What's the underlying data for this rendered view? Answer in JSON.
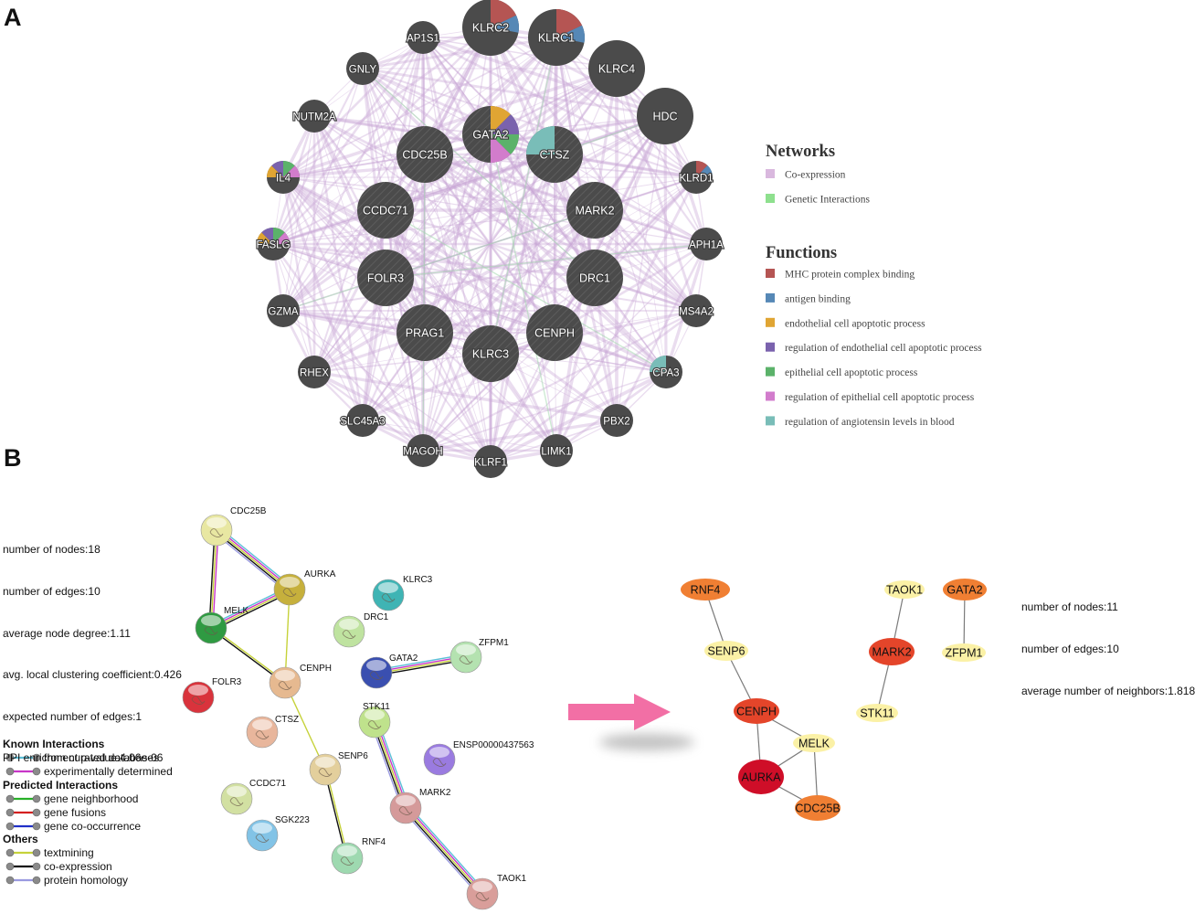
{
  "panel_a": {
    "letter": "A",
    "nodes": [
      {
        "label": "KLRC2",
        "big": true,
        "pie": [
          0.18,
          0.1
        ]
      },
      {
        "label": "KLRC1",
        "big": true,
        "pie": [
          0.18,
          0.1
        ]
      },
      {
        "label": "KLRC4",
        "big": true
      },
      {
        "label": "HDC",
        "big": true
      },
      {
        "label": "KLRD1",
        "big": false,
        "pie": [
          0.12,
          0.1
        ]
      },
      {
        "label": "APH1A",
        "big": false
      },
      {
        "label": "MS4A2",
        "big": false
      },
      {
        "label": "CPA3",
        "big": false,
        "pie7": 0.25
      },
      {
        "label": "PBX2",
        "big": false
      },
      {
        "label": "LIMK1",
        "big": false
      },
      {
        "label": "KLRF1",
        "big": false
      },
      {
        "label": "MAGOH",
        "big": false
      },
      {
        "label": "SLC45A3",
        "big": false
      },
      {
        "label": "RHEX",
        "big": false
      },
      {
        "label": "GZMA",
        "big": false
      },
      {
        "label": "FASLG",
        "big": false,
        "pie": "multi"
      },
      {
        "label": "IL4",
        "big": false,
        "pie": "multi"
      },
      {
        "label": "NUTM2A",
        "big": false
      },
      {
        "label": "GNLY",
        "big": false
      },
      {
        "label": "AP1S1",
        "big": false
      },
      {
        "label": "GATA2",
        "big": true,
        "query": true,
        "pie": "multi"
      },
      {
        "label": "CTSZ",
        "big": true,
        "query": true,
        "pie7": 0.25
      },
      {
        "label": "CDC25B",
        "big": true,
        "query": true
      },
      {
        "label": "CCDC71",
        "big": true,
        "query": true
      },
      {
        "label": "MARK2",
        "big": true,
        "query": true
      },
      {
        "label": "FOLR3",
        "big": true,
        "query": true
      },
      {
        "label": "DRC1",
        "big": true,
        "query": true
      },
      {
        "label": "PRAG1",
        "big": true,
        "query": true
      },
      {
        "label": "KLRC3",
        "big": true,
        "query": true
      },
      {
        "label": "CENPH",
        "big": true,
        "query": true
      }
    ],
    "legend": {
      "networks_title": "Networks",
      "networks": [
        {
          "label": "Co-expression",
          "color": "#d9b8de"
        },
        {
          "label": "Genetic Interactions",
          "color": "#8ee08e"
        }
      ],
      "functions_title": "Functions",
      "functions": [
        {
          "label": "MHC protein complex binding",
          "color": "#b55553"
        },
        {
          "label": "antigen binding",
          "color": "#5688b6"
        },
        {
          "label": "endothelial cell apoptotic process",
          "color": "#e0a533"
        },
        {
          "label": "regulation of endothelial cell apoptotic process",
          "color": "#7a62ad"
        },
        {
          "label": "epithelial cell apoptotic process",
          "color": "#5bb26a"
        },
        {
          "label": "regulation of epithelial cell apoptotic process",
          "color": "#d27ccc"
        },
        {
          "label": "regulation of angiotensin levels in blood",
          "color": "#79bdb8"
        }
      ]
    }
  },
  "panel_b": {
    "letter": "B",
    "stats_left": [
      "number of nodes:18",
      "number of edges:10",
      "average node degree:1.11",
      "avg. local clustering coefficient:0.426",
      "expected number of edges:1",
      "PPI enrichment p-value:4.06e-06"
    ],
    "string_nodes": [
      {
        "label": "CDC25B",
        "color": "#e8e7a2"
      },
      {
        "label": "AURKA",
        "color": "#c6b03c"
      },
      {
        "label": "MELK",
        "color": "#2f9a42"
      },
      {
        "label": "CENPH",
        "color": "#e6b990"
      },
      {
        "label": "KLRC3",
        "color": "#3fb4b4"
      },
      {
        "label": "DRC1",
        "color": "#bfe3a0"
      },
      {
        "label": "GATA2",
        "color": "#3a4fb0"
      },
      {
        "label": "ZFPM1",
        "color": "#b4e2b0"
      },
      {
        "label": "FOLR3",
        "color": "#d9333c"
      },
      {
        "label": "CTSZ",
        "color": "#e8b69c"
      },
      {
        "label": "STK11",
        "color": "#bfe28c"
      },
      {
        "label": "ENSP00000437563",
        "color": "#9a7be0"
      },
      {
        "label": "SENP6",
        "color": "#e3cf9c"
      },
      {
        "label": "MARK2",
        "color": "#d59a9a"
      },
      {
        "label": "CCDC71",
        "color": "#d2e0a2"
      },
      {
        "label": "SGK223",
        "color": "#82c3e6"
      },
      {
        "label": "RNF4",
        "color": "#9ed9b0"
      },
      {
        "label": "TAOK1",
        "color": "#d99e9a"
      }
    ],
    "key": {
      "known_title": "Known Interactions",
      "known": [
        {
          "label": "from curated databases",
          "color": "#5cc0d8"
        },
        {
          "label": "experimentally determined",
          "color": "#c836c8"
        }
      ],
      "predicted_title": "Predicted Interactions",
      "predicted": [
        {
          "label": "gene neighborhood",
          "color": "#27b027"
        },
        {
          "label": "gene fusions",
          "color": "#d42020"
        },
        {
          "label": "gene co-occurrence",
          "color": "#2030c8"
        }
      ],
      "others_title": "Others",
      "others": [
        {
          "label": "textmining",
          "color": "#c6d23a"
        },
        {
          "label": "co-expression",
          "color": "#111111"
        },
        {
          "label": "protein homology",
          "color": "#9a9ae0"
        }
      ]
    },
    "cyto_nodes": [
      {
        "label": "RNF4",
        "color": "#f07f33"
      },
      {
        "label": "SENP6",
        "color": "#fbf1a6"
      },
      {
        "label": "CENPH",
        "color": "#e4452a"
      },
      {
        "label": "MELK",
        "color": "#fbf1a6"
      },
      {
        "label": "AURKA",
        "color": "#cf0e28"
      },
      {
        "label": "CDC25B",
        "color": "#f07f33"
      },
      {
        "label": "TAOK1",
        "color": "#fbf1a6"
      },
      {
        "label": "GATA2",
        "color": "#f07f33"
      },
      {
        "label": "MARK2",
        "color": "#e4452a"
      },
      {
        "label": "ZFPM1",
        "color": "#fbf1a6"
      },
      {
        "label": "STK11",
        "color": "#fbf1a6"
      }
    ],
    "stats_right": [
      "number of nodes:11",
      "number of edges:10",
      "average number of neighbors:1.818"
    ]
  }
}
